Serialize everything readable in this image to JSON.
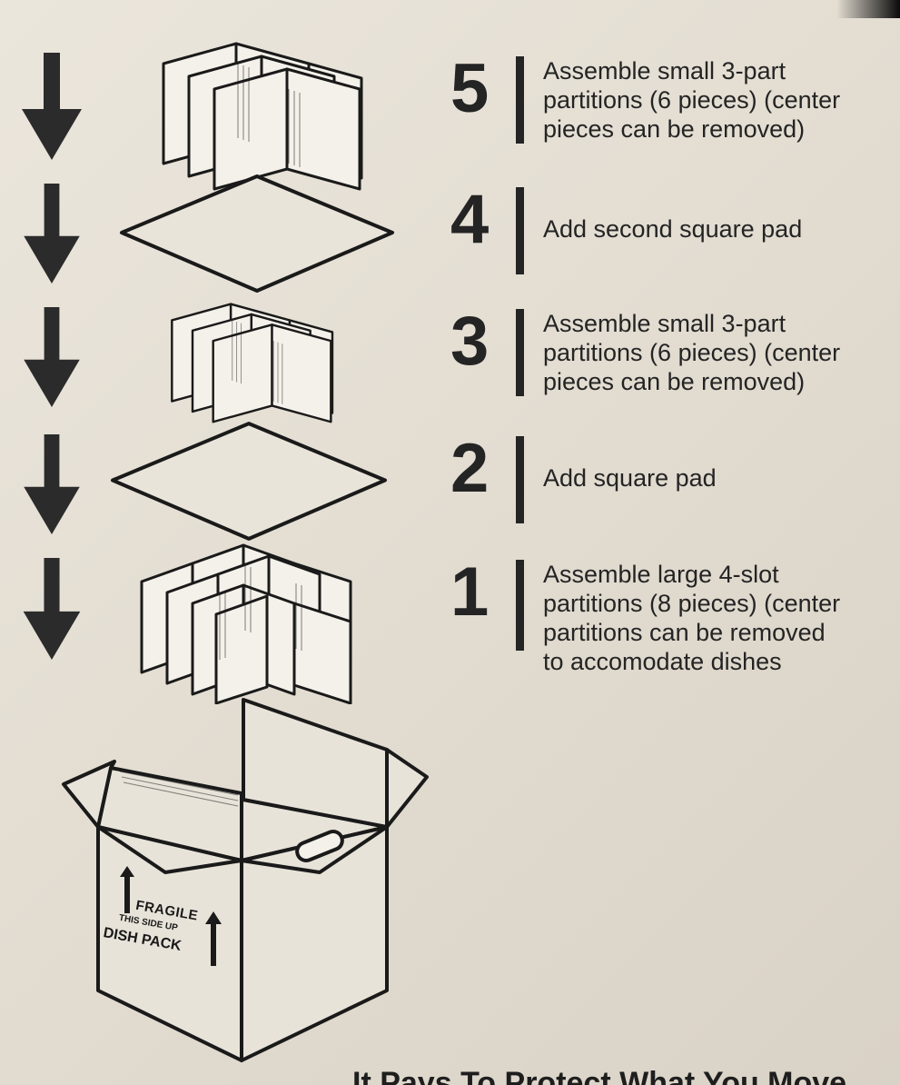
{
  "steps": [
    {
      "number": "5",
      "text": "Assemble small 3-part\npartitions (6 pieces) (center\npieces can be removed)"
    },
    {
      "number": "4",
      "text": "Add second square pad"
    },
    {
      "number": "3",
      "text": "Assemble small 3-part\npartitions (6 pieces) (center\npieces can be removed)"
    },
    {
      "number": "2",
      "text": "Add square pad"
    },
    {
      "number": "1",
      "text": "Assemble large 4-slot\npartitions (8 pieces) (center\npartitions can be removed\nto accomodate dishes"
    }
  ],
  "box_label": {
    "fragile": "FRAGILE",
    "this_side_up": "THIS SIDE UP",
    "dish_pack": "DISH PACK"
  },
  "footer_text": "It Pays To Protect What You Move",
  "colors": {
    "background": "#e6e0d5",
    "ink": "#242424",
    "arrow": "#2b2b2b"
  }
}
